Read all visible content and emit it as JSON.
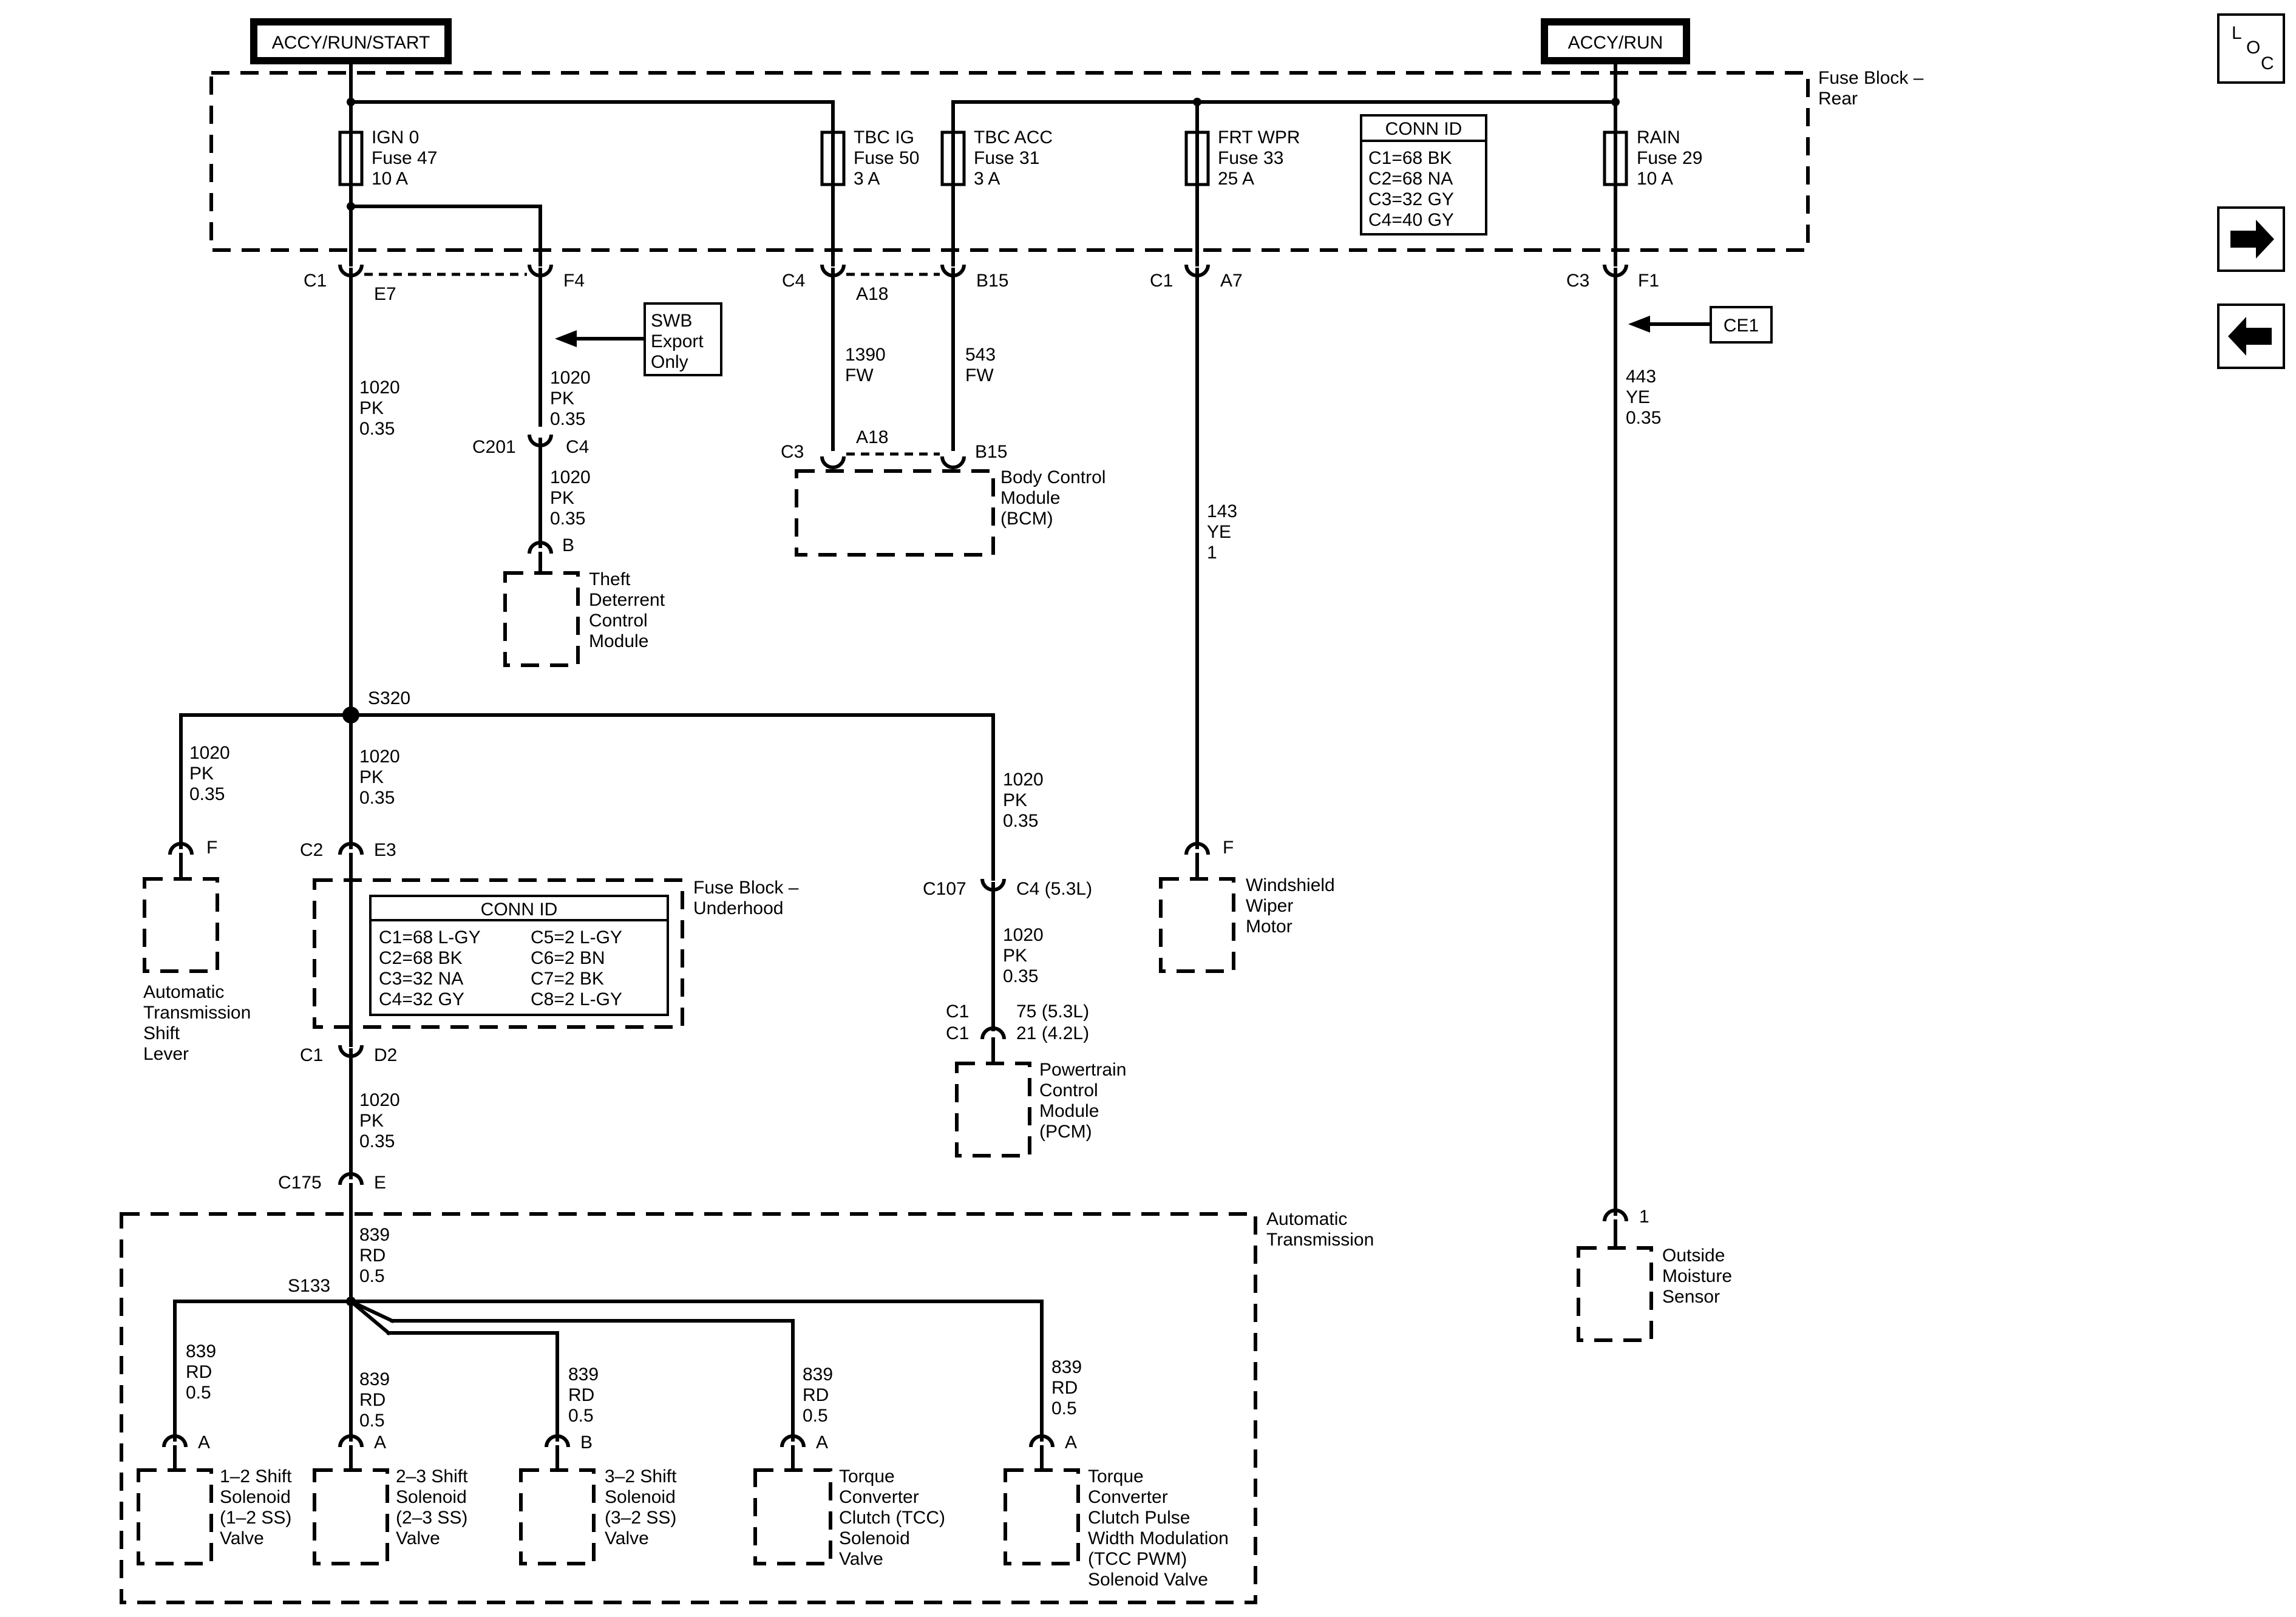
{
  "power_sources": {
    "accy_run_start": "ACCY/RUN/START",
    "accy_run": "ACCY/RUN"
  },
  "fuse_block_rear": {
    "label_l1": "Fuse Block –",
    "label_l2": "Rear",
    "fuses": [
      {
        "name": "IGN 0",
        "fuse": "Fuse 47",
        "rating": "10 A"
      },
      {
        "name": "TBC IG",
        "fuse": "Fuse 50",
        "rating": "3 A"
      },
      {
        "name": "TBC ACC",
        "fuse": "Fuse 31",
        "rating": "3 A"
      },
      {
        "name": "FRT WPR",
        "fuse": "Fuse 33",
        "rating": "25 A"
      },
      {
        "name": "RAIN",
        "fuse": "Fuse 29",
        "rating": "10 A"
      }
    ],
    "conn_id": {
      "title": "CONN ID",
      "rows": [
        "C1=68 BK",
        "C2=68 NA",
        "C3=32 GY",
        "C4=40 GY"
      ]
    }
  },
  "fuse_block_underhood": {
    "label_l1": "Fuse Block –",
    "label_l2": "Underhood",
    "conn_id": {
      "title": "CONN ID",
      "left": [
        "C1=68 L-GY",
        "C2=68 BK",
        "C3=32 NA",
        "C4=32 GY"
      ],
      "right": [
        "C5=2 L-GY",
        "C6=2 BN",
        "C7=2 BK",
        "C8=2 L-GY"
      ]
    }
  },
  "connectors": {
    "c1": "C1",
    "e7": "E7",
    "f4": "F4",
    "c4": "C4",
    "a18": "A18",
    "b15": "B15",
    "a7": "A7",
    "c3": "C3",
    "f1": "F1",
    "c201": "C201",
    "b": "B",
    "s320": "S320",
    "f": "F",
    "c2": "C2",
    "e3": "E3",
    "d2": "D2",
    "c175": "C175",
    "e": "E",
    "c107": "C107",
    "c4_53": "C4 (5.3L)",
    "pcm_c1a": "C1",
    "pcm_c1b": "C1",
    "pin75": "75 (5.3L)",
    "pin21": "21 (4.2L)",
    "s133": "S133",
    "a": "A",
    "one": "1"
  },
  "wires": {
    "w1020": [
      "1020",
      "PK",
      "0.35"
    ],
    "w1390": [
      "1390",
      "FW"
    ],
    "w543": [
      "543",
      "FW"
    ],
    "w143": [
      "143",
      "YE",
      "1"
    ],
    "w443": [
      "443",
      "YE",
      "0.35"
    ],
    "w839": [
      "839",
      "RD",
      "0.5"
    ]
  },
  "notes": {
    "swb": [
      "SWB",
      "Export",
      "Only"
    ],
    "ce1": "CE1"
  },
  "components": {
    "bcm": [
      "Body Control",
      "Module",
      "(BCM)"
    ],
    "theft": [
      "Theft",
      "Deterrent",
      "Control",
      "Module"
    ],
    "shift_lever": [
      "Automatic",
      "Transmission",
      "Shift",
      "Lever"
    ],
    "pcm": [
      "Powertrain",
      "Control",
      "Module",
      "(PCM)"
    ],
    "wiper": [
      "Windshield",
      "Wiper",
      "Motor"
    ],
    "moisture": [
      "Outside",
      "Moisture",
      "Sensor"
    ],
    "auto_trans": [
      "Automatic",
      "Transmission"
    ],
    "ss12": [
      "1–2 Shift",
      "Solenoid",
      "(1–2 SS)",
      "Valve"
    ],
    "ss23": [
      "2–3 Shift",
      "Solenoid",
      "(2–3 SS)",
      "Valve"
    ],
    "ss32": [
      "3–2 Shift",
      "Solenoid",
      "(3–2 SS)",
      "Valve"
    ],
    "tcc": [
      "Torque",
      "Converter",
      "Clutch (TCC)",
      "Solenoid",
      "Valve"
    ],
    "tccpwm": [
      "Torque",
      "Converter",
      "Clutch Pulse",
      "Width Modulation",
      "(TCC PWM)",
      "Solenoid Valve"
    ]
  },
  "nav": {
    "loc_l": "L",
    "loc_o": "O",
    "loc_c": "C",
    "forward": "→",
    "back": "←"
  }
}
